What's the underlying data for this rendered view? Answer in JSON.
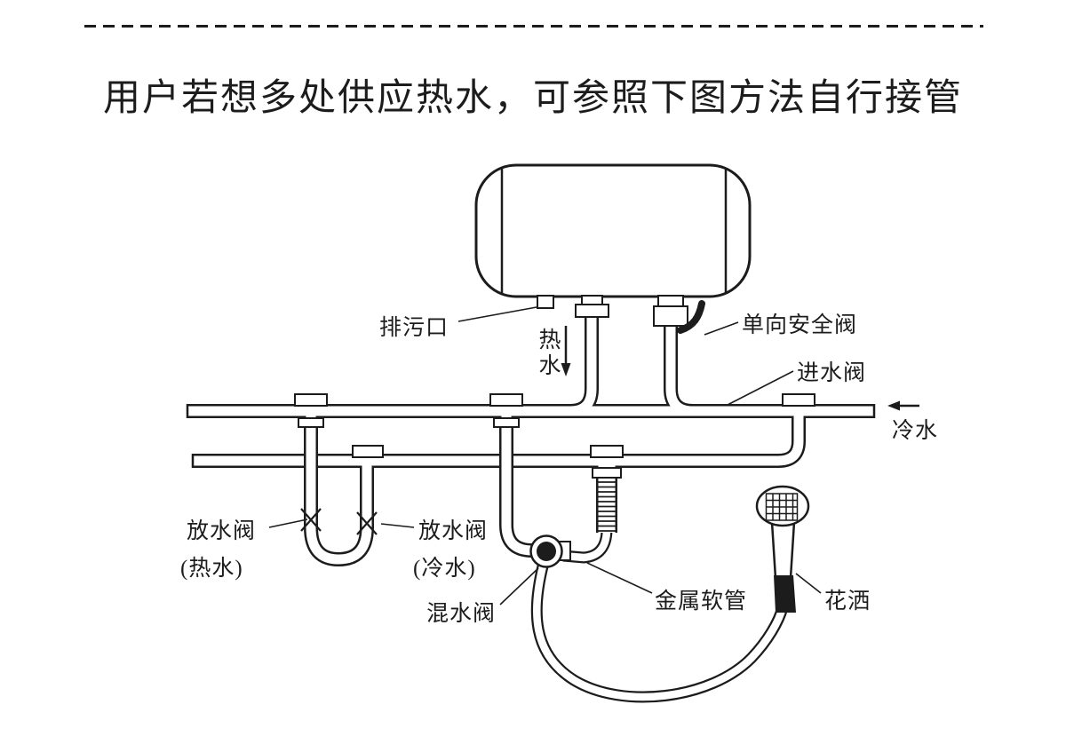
{
  "title": "用户若想多处供应热水，可参照下图方法自行接管",
  "labels": {
    "drain_outlet": "排污口",
    "hot_water": "热水",
    "safety_valve": "单向安全阀",
    "inlet_valve": "进水阀",
    "cold_water": "冷水",
    "drain_valve_hot": {
      "name": "放水阀",
      "sub": "(热水)"
    },
    "drain_valve_cold": {
      "name": "放水阀",
      "sub": "(冷水)"
    },
    "mixing_valve": "混水阀",
    "metal_hose": "金属软管",
    "shower": "花洒"
  },
  "colors": {
    "ink": "#1c1c1c",
    "background": "#ffffff"
  }
}
